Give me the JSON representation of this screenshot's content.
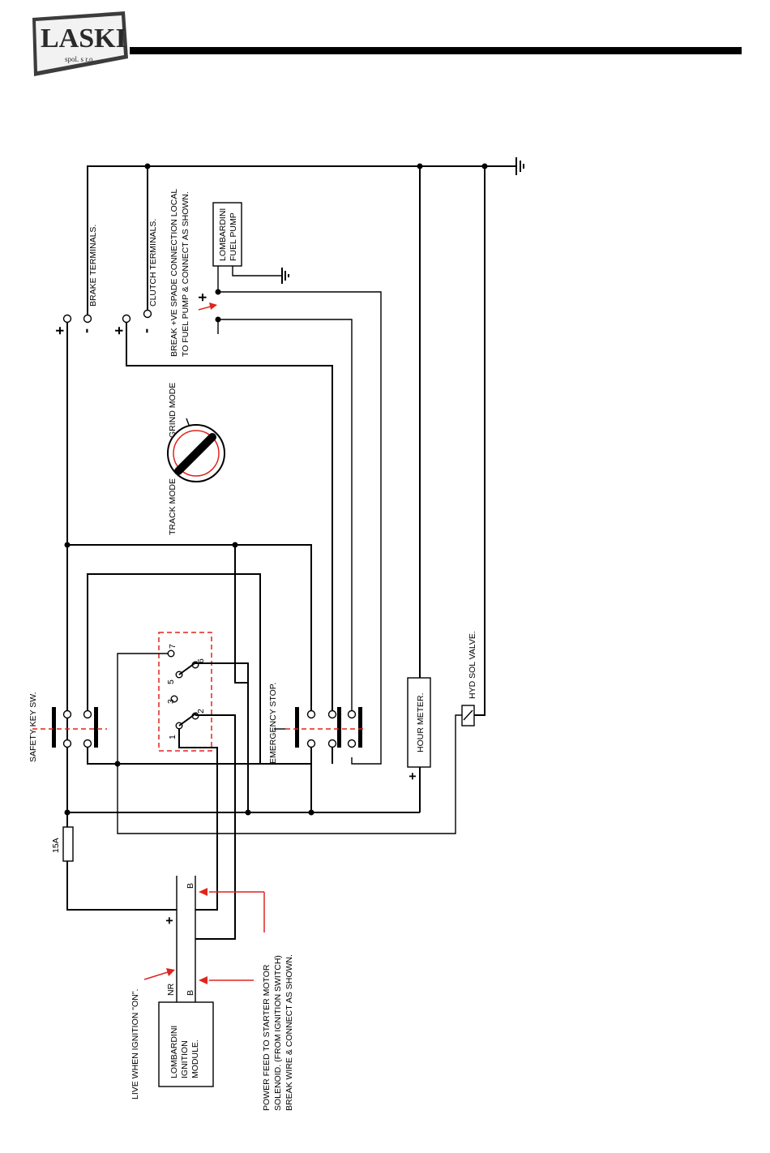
{
  "header": {
    "logo_text": "LASKI",
    "logo_subtext": "spol. s r.o."
  },
  "labels": {
    "brake_terminals": "BRAKE TERMINALS.",
    "clutch_terminals": "CLUTCH TERMINALS.",
    "fuel_note_1": "BREAK +VE SPADE CONNECTION LOCAL",
    "fuel_note_2": "TO FUEL PUMP & CONNECT AS SHOWN.",
    "fuel_pump_1": "LOMBARDINI",
    "fuel_pump_2": "FUEL PUMP",
    "grind_mode": "GRIND MODE",
    "track_mode": "TRACK MODE",
    "safety_key": "SAFETY KEY SW.",
    "emergency_stop": "EMERGENCY STOP.",
    "hour_meter": "HOUR METER.",
    "hyd_sol_valve": "HYD SOL VALVE.",
    "fuse": "15A",
    "ignition_1": "LOMBARDINI",
    "ignition_2": "IGNITION",
    "ignition_3": "MODULE.",
    "live_note": "LIVE WHEN IGNITION \"ON\".",
    "power_note_1": "POWER FEED TO STARTER MOTOR",
    "power_note_2": "SOLENOID. (FROM IGNITION SWITCH)",
    "power_note_3": "BREAK WIRE & CONNECT AS SHOWN.",
    "term_nr": "NR",
    "term_b": "B",
    "term_b2": "B",
    "plus": "+",
    "minus": "-",
    "sw_1": "1",
    "sw_2": "2",
    "sw_3": "3",
    "sw_5": "5",
    "sw_6": "6",
    "sw_7": "7"
  }
}
